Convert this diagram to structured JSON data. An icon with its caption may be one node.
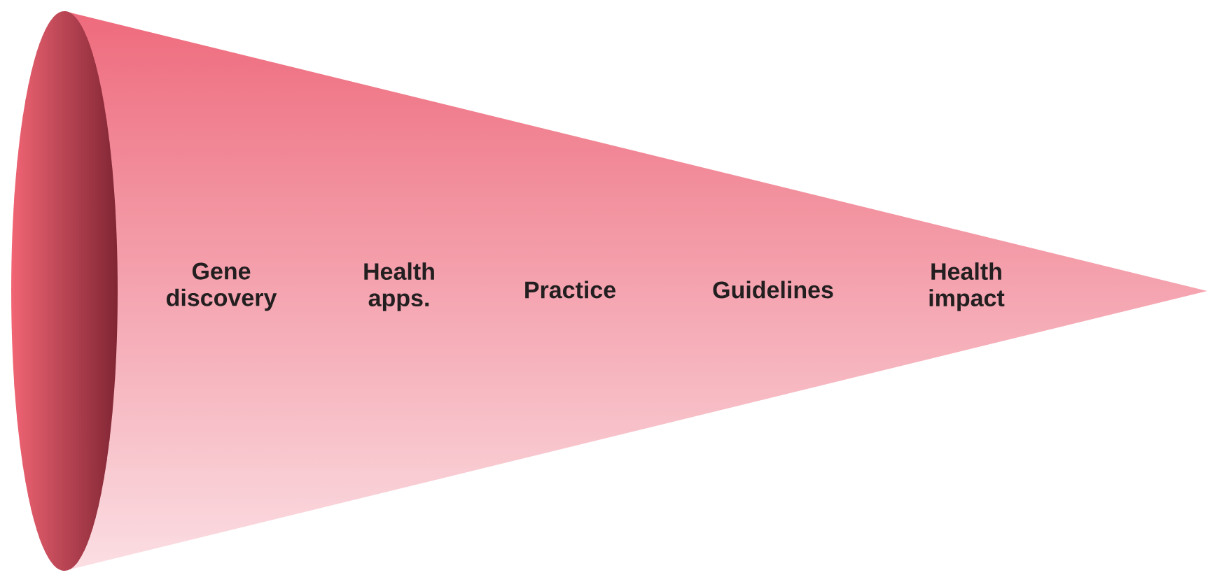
{
  "diagram": {
    "nodes": [
      {
        "text": [
          "Gene discovery",
          "Health apps.",
          "Practice",
          "Guidelines",
          "Health impact"
        ]
      }
    ]
  }
}
